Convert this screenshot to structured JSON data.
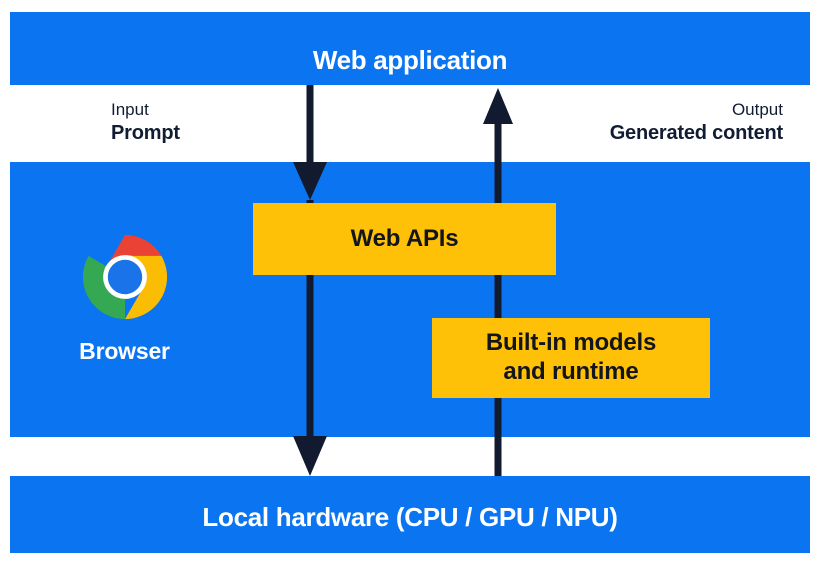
{
  "diagram": {
    "title": "Web application to local hardware built-in AI flow",
    "colors": {
      "blue_band": "#0b74f0",
      "amber_box": "#ffc107",
      "arrow_navy": "#111a2e",
      "text_on_blue": "#ffffff",
      "text_dark": "#121c33",
      "background": "#ffffff"
    }
  },
  "bands": {
    "top": {
      "label": "Web application"
    },
    "middle": {
      "label": "Browser"
    },
    "bottom": {
      "label": "Local hardware (CPU / GPU / NPU)"
    }
  },
  "io_labels": {
    "input": {
      "kind": "Input",
      "value": "Prompt"
    },
    "output": {
      "kind": "Output",
      "value": "Generated content"
    }
  },
  "boxes": [
    {
      "id": "web-apis",
      "label": "Web APIs"
    },
    {
      "id": "built-in-models",
      "label": "Built-in models\nand runtime"
    }
  ],
  "box_labels": {
    "web_apis": "Web APIs",
    "built_in_models_line1": "Built-in models",
    "built_in_models_line2": "and runtime"
  },
  "icons": {
    "browser": "chrome-logo-icon",
    "down_arrow": "arrow-down-icon",
    "up_arrow": "arrow-up-icon"
  },
  "arrows": [
    {
      "name": "input-arrow-to-web-apis",
      "direction": "down",
      "from": "Web application",
      "to": "Web APIs"
    },
    {
      "name": "input-arrow-to-local-hardware",
      "direction": "down",
      "from": "Web APIs",
      "to": "Local hardware (CPU / GPU / NPU)"
    },
    {
      "name": "output-arrow-to-web-application",
      "direction": "up",
      "from": "Local hardware (CPU / GPU / NPU)",
      "to": "Web application"
    }
  ]
}
